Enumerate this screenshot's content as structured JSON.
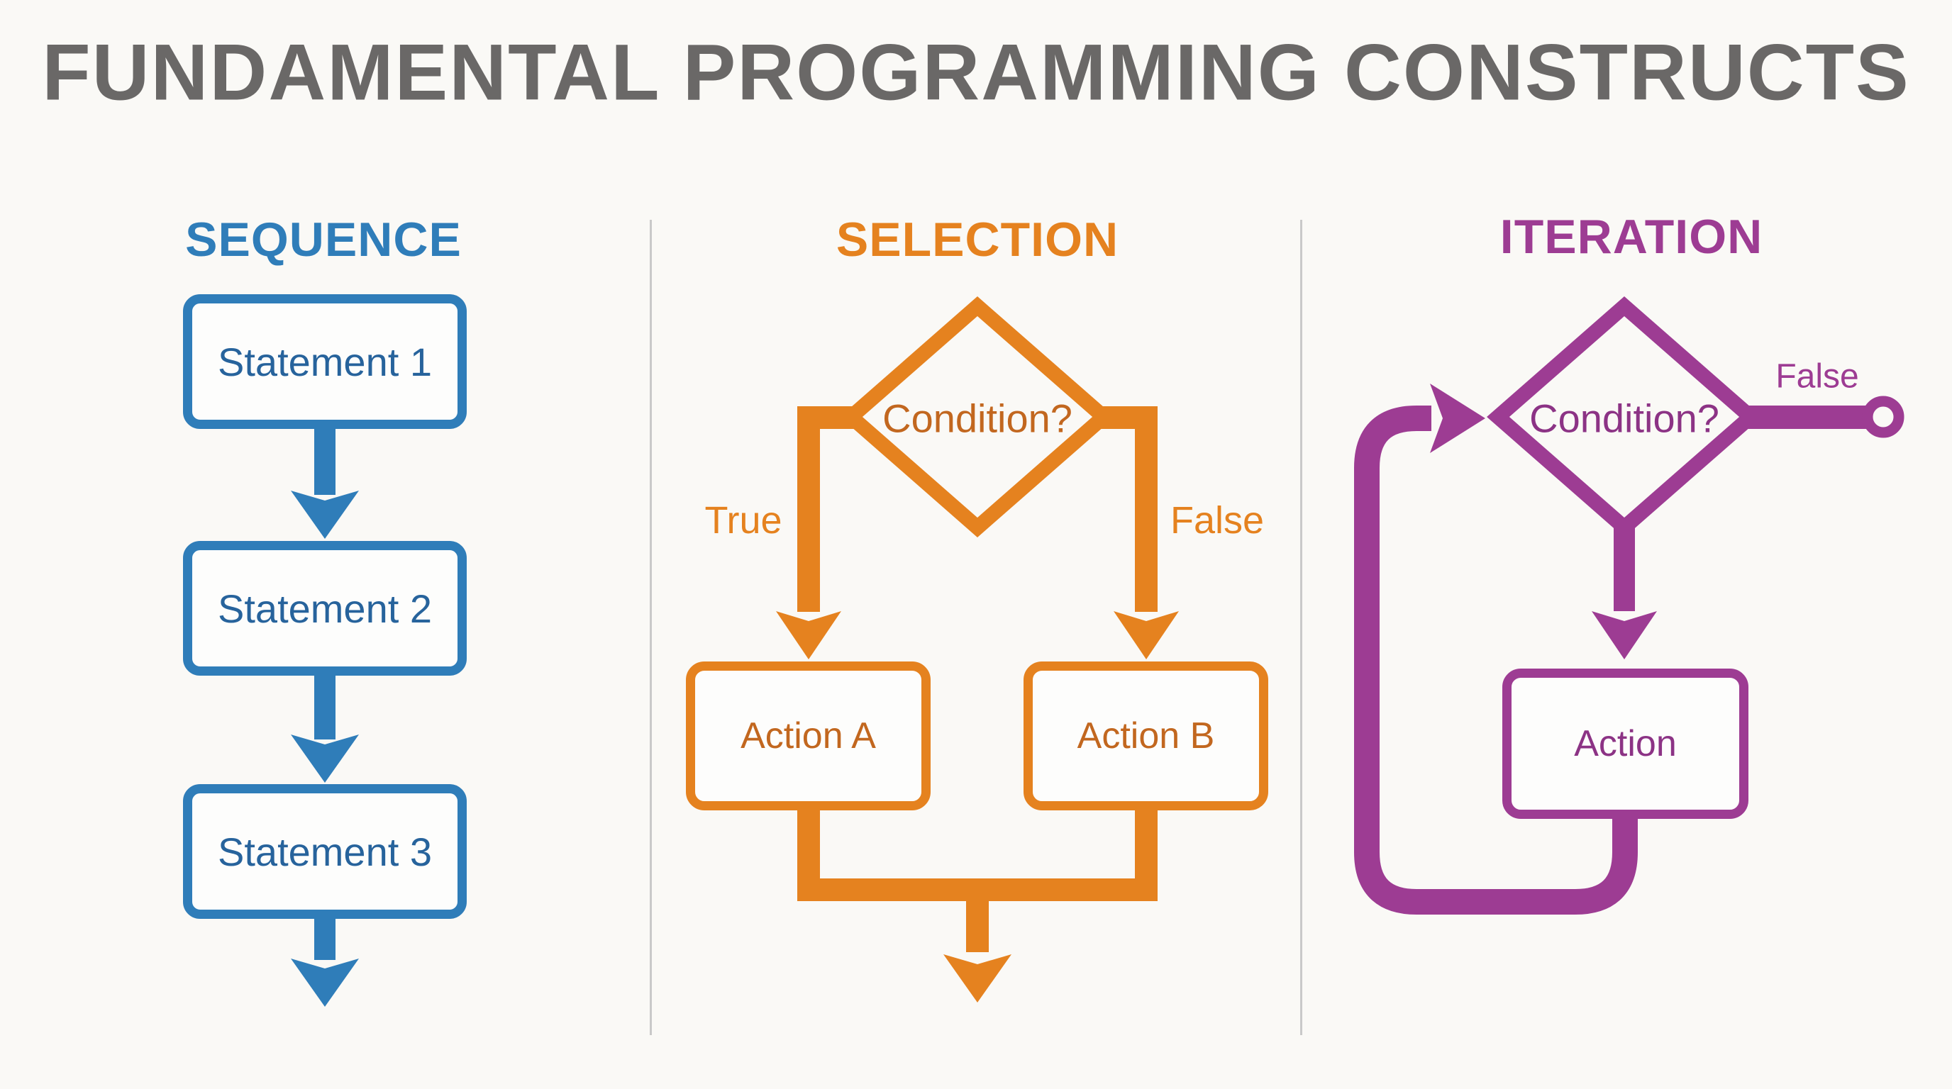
{
  "title": {
    "text": "FUNDAMENTAL PROGRAMMING CONSTRUCTS"
  },
  "colors": {
    "background": "#faf9f6",
    "box_fill": "#fdfdfc",
    "title_gray": "#6a6867",
    "blue": "#2f7db9",
    "blue_text": "#27639c",
    "orange": "#e5821f",
    "orange_text": "#c2671f",
    "purple": "#9d3c93",
    "purple_text": "#8c3385",
    "divider": "#c9c9c9"
  },
  "columns": {
    "sequence": {
      "header": "SEQUENCE",
      "boxes": [
        "Statement 1",
        "Statement 2",
        "Statement 3"
      ]
    },
    "selection": {
      "header": "SELECTION",
      "condition": "Condition?",
      "labels": {
        "true": "True",
        "false": "False"
      },
      "actions": [
        "Action A",
        "Action B"
      ]
    },
    "iteration": {
      "header": "ITERATION",
      "condition": "Condition?",
      "false_label": "False",
      "action": "Action"
    }
  }
}
